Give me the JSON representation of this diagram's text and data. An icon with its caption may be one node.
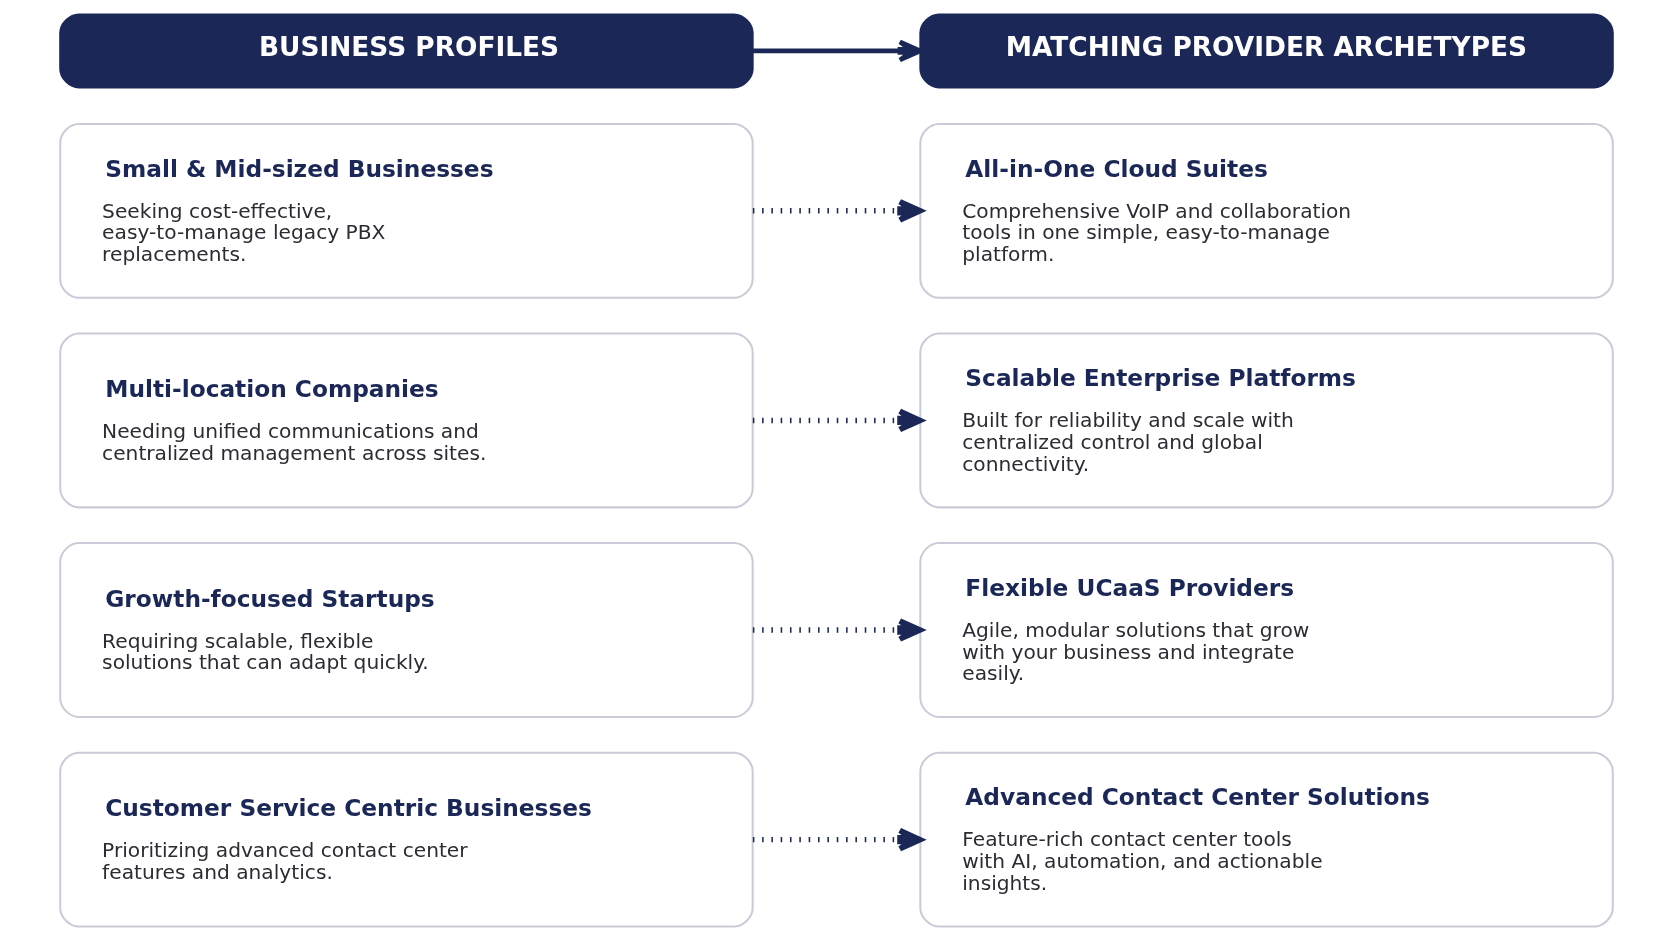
{
  "diagram": {
    "nodes": [
      {
        "text": [
          "BUSINESS PROFILES"
        ]
      },
      {
        "text": [
          "Small & Mid-sized Businesses",
          "Seeking cost-effective, easy-to-manage legacy PBX replacements."
        ]
      },
      {
        "text": [
          "Multi-location Companies",
          "Needing unified communications and centralized management across sites."
        ]
      },
      {
        "text": [
          "Growth-focused Startups",
          "Requiring scalable, flexible solutions that can adapt quickly."
        ]
      },
      {
        "text": [
          "Customer Service Centric Businesses",
          "Prioritizing advanced contact center features and analytics."
        ]
      },
      {
        "text": [
          "MATCHING PROVIDER ARCHETYPES"
        ]
      },
      {
        "text": [
          "All-in-One Cloud Suites",
          "Comprehensive VoIP and collaboration tools in one simple, easy-to-manage platform."
        ]
      },
      {
        "text": [
          "Scalable Enterprise Platforms",
          "Built for reliability and scale with centralized control and global connectivity."
        ]
      },
      {
        "text": [
          "Flexible UCaaS Providers",
          "Agile, modular solutions that grow with your business and integrate easily."
        ]
      },
      {
        "text": [
          "Advanced Contact Center Solutions",
          "Feature-rich contact center tools with AI, automation, and actionable insights."
        ]
      }
    ],
    "edges": [
      {
        "from": 0,
        "to": 5,
        "arrow": "to"
      },
      {
        "from": 1,
        "to": 6,
        "arrow": "to",
        "style": "dashed"
      },
      {
        "from": 2,
        "to": 7,
        "arrow": "to",
        "style": "dashed"
      },
      {
        "from": 3,
        "to": 8,
        "arrow": "to",
        "style": "dashed"
      },
      {
        "from": 4,
        "to": 9,
        "arrow": "to",
        "style": "dashed"
      }
    ]
  }
}
